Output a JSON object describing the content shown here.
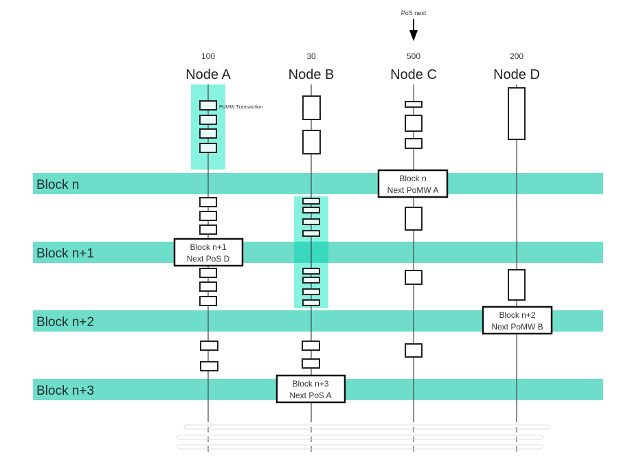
{
  "pos_next_label": "PoS next",
  "colors": {
    "band": "#66dcc8",
    "highlight": "#88f2e0",
    "box_stroke": "#222222",
    "lifeline": "#444444"
  },
  "nodes": [
    {
      "name": "Node A",
      "stake": "100"
    },
    {
      "name": "Node B",
      "stake": "30"
    },
    {
      "name": "Node C",
      "stake": "500"
    },
    {
      "name": "Node D",
      "stake": "200"
    }
  ],
  "blocks": [
    {
      "label": "Block n"
    },
    {
      "label": "Block n+1"
    },
    {
      "label": "Block n+2"
    },
    {
      "label": "Block n+3"
    }
  ],
  "block_cards": [
    {
      "node": 2,
      "block": 0,
      "line1": "Block n",
      "line2": "Next PoMW A"
    },
    {
      "node": 0,
      "block": 1,
      "line1": "Block n+1",
      "line2": "Next PoS D"
    },
    {
      "node": 3,
      "block": 2,
      "line1": "Block n+2",
      "line2": "Next PoMW B"
    },
    {
      "node": 1,
      "block": 3,
      "line1": "Block n+3",
      "line2": "Next PoS A"
    }
  ],
  "transaction_label": "PoMW Transaction"
}
